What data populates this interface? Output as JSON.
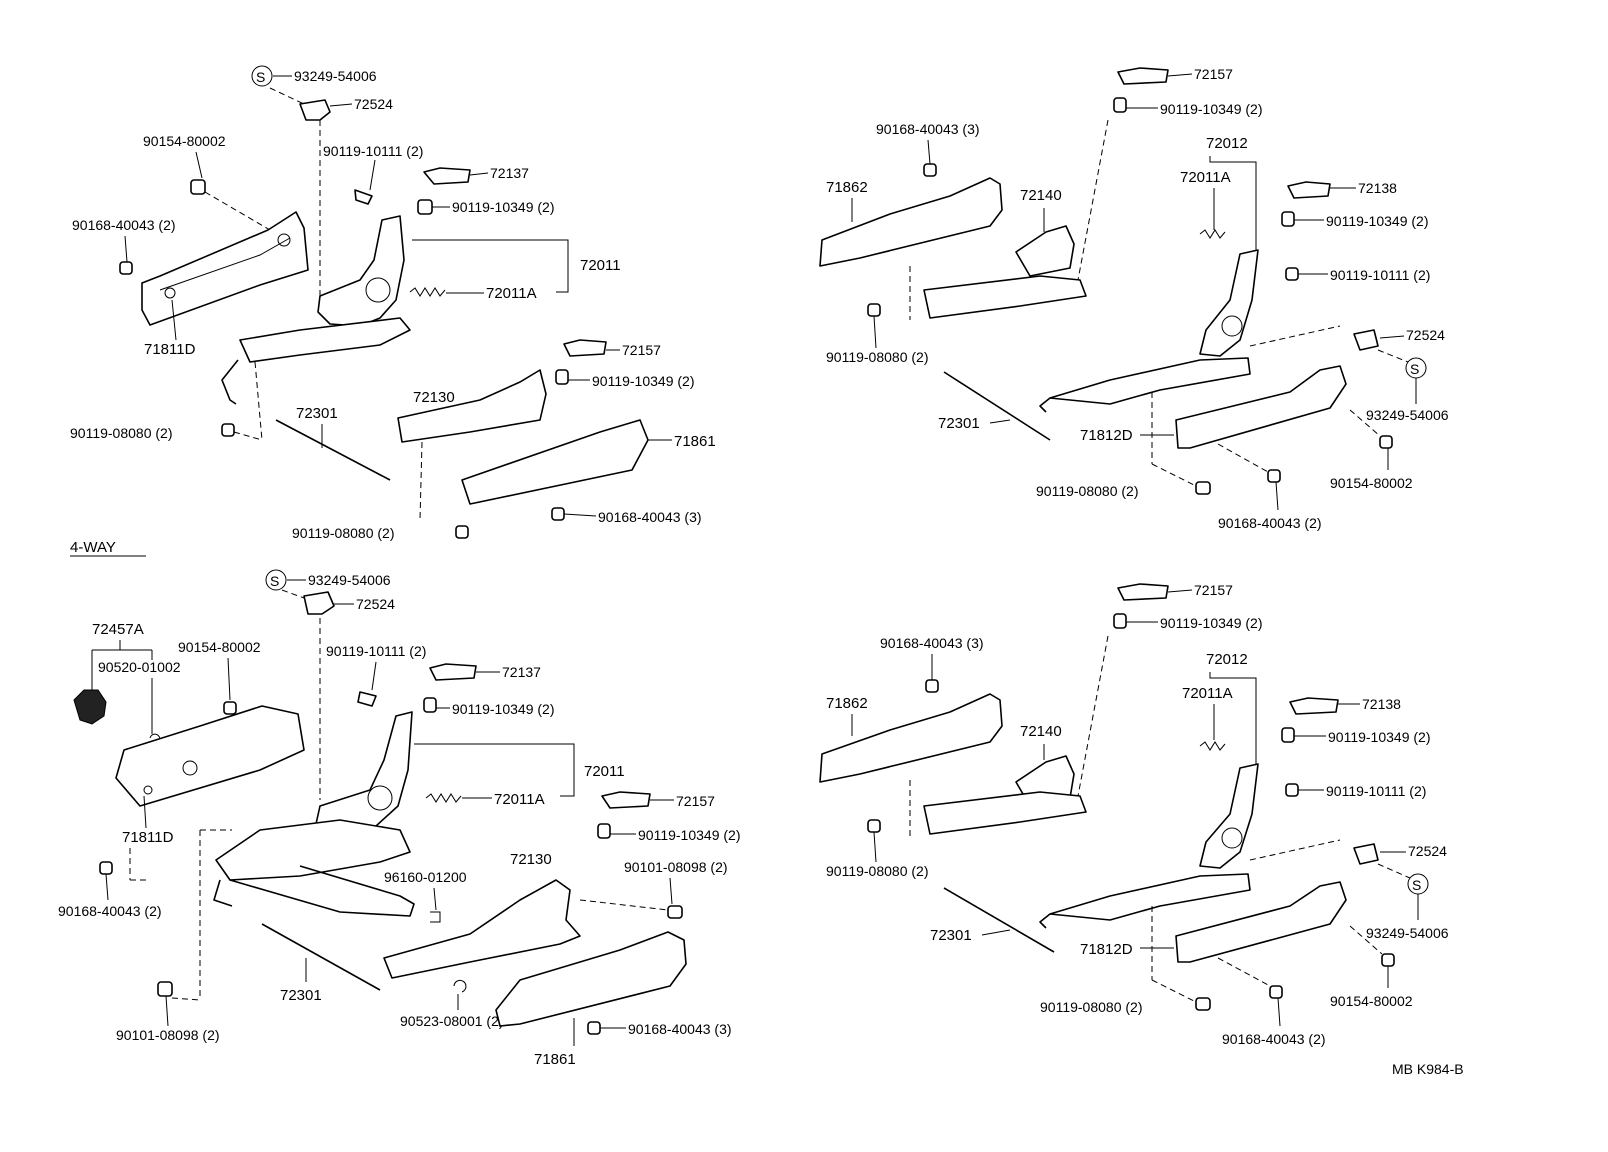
{
  "section_title": "4-WAY",
  "drawing_code": "MB K984-B",
  "symbol_s": "S",
  "callouts": {
    "tl_93249": "93249-54006",
    "tl_72524": "72524",
    "tl_90154": "90154-80002",
    "tl_90119_10111": "90119-10111 (2)",
    "tl_72137": "72137",
    "tl_90119_10349": "90119-10349 (2)",
    "tl_90168_40043": "90168-40043 (2)",
    "tl_72011": "72011",
    "tl_72011A": "72011A",
    "tl_71811D": "71811D",
    "tl_72157": "72157",
    "tl_90119_10349b": "90119-10349 (2)",
    "tl_72130": "72130",
    "tl_72301": "72301",
    "tl_71861": "71861",
    "tl_90119_08080": "90119-08080 (2)",
    "tl_90119_08080b": "90119-08080 (2)",
    "tl_90168_40043b": "90168-40043 (3)",
    "tr_72157": "72157",
    "tr_90119_10349": "90119-10349 (2)",
    "tr_90168_40043": "90168-40043 (3)",
    "tr_72012": "72012",
    "tr_71862": "71862",
    "tr_72140": "72140",
    "tr_72011A": "72011A",
    "tr_72138": "72138",
    "tr_90119_10349b": "90119-10349 (2)",
    "tr_90119_10111": "90119-10111 (2)",
    "tr_90119_08080": "90119-08080 (2)",
    "tr_72524": "72524",
    "tr_93249": "93249-54006",
    "tr_72301": "72301",
    "tr_71812D": "71812D",
    "tr_90154": "90154-80002",
    "tr_90119_08080b": "90119-08080 (2)",
    "tr_90168_40043b": "90168-40043 (2)",
    "bl_93249": "93249-54006",
    "bl_72524": "72524",
    "bl_72457A": "72457A",
    "bl_90154": "90154-80002",
    "bl_90520": "90520-01002",
    "bl_90119_10111": "90119-10111 (2)",
    "bl_72137": "72137",
    "bl_90119_10349": "90119-10349 (2)",
    "bl_72011": "72011",
    "bl_72011A": "72011A",
    "bl_71811D": "71811D",
    "bl_72157": "72157",
    "bl_90119_10349b": "90119-10349 (2)",
    "bl_90101_08098": "90101-08098 (2)",
    "bl_96160": "96160-01200",
    "bl_72130": "72130",
    "bl_90168_40043": "90168-40043 (2)",
    "bl_72301": "72301",
    "bl_90101_08098b": "90101-08098 (2)",
    "bl_90523": "90523-08001 (2)",
    "bl_90168_40043b": "90168-40043 (3)",
    "bl_71861": "71861",
    "br_72157": "72157",
    "br_90119_10349": "90119-10349 (2)",
    "br_90168_40043": "90168-40043 (3)",
    "br_72012": "72012",
    "br_71862": "71862",
    "br_72011A": "72011A",
    "br_72138": "72138",
    "br_72140": "72140",
    "br_90119_10349b": "90119-10349 (2)",
    "br_90119_10111": "90119-10111 (2)",
    "br_90119_08080": "90119-08080 (2)",
    "br_72524": "72524",
    "br_72301": "72301",
    "br_93249": "93249-54006",
    "br_71812D": "71812D",
    "br_90154": "90154-80002",
    "br_90119_08080b": "90119-08080 (2)",
    "br_90168_40043b": "90168-40043 (2)"
  }
}
